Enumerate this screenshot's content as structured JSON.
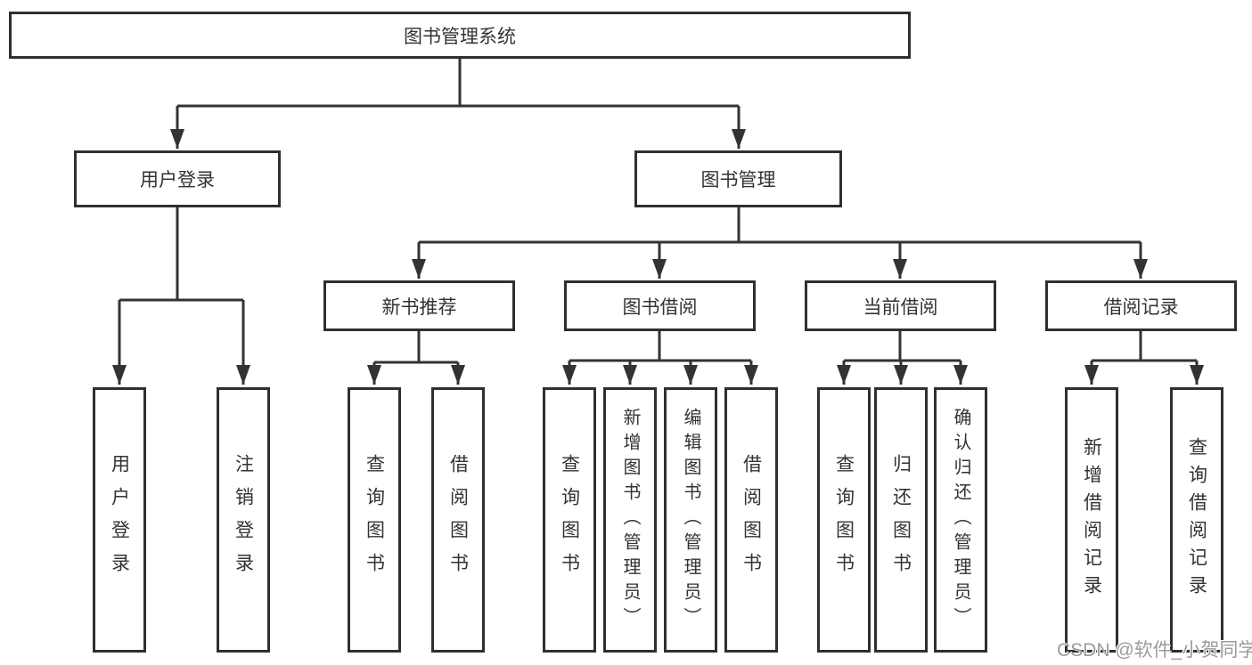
{
  "diagram_title": "图书管理系统",
  "tree": {
    "root": {
      "label": "图书管理系统"
    },
    "user": {
      "label": "用户登录",
      "children": [
        {
          "label": "用户登录"
        },
        {
          "label": "注销登录"
        }
      ]
    },
    "book": {
      "label": "图书管理",
      "sections": [
        {
          "label": "新书推荐",
          "children": [
            {
              "label": "查询图书"
            },
            {
              "label": "借阅图书"
            }
          ]
        },
        {
          "label": "图书借阅",
          "children": [
            {
              "label": "查询图书"
            },
            {
              "label": "新增图书（管理员）"
            },
            {
              "label": "编辑图书（管理员）"
            },
            {
              "label": "借阅图书"
            }
          ]
        },
        {
          "label": "当前借阅",
          "children": [
            {
              "label": "查询图书"
            },
            {
              "label": "归还图书"
            },
            {
              "label": "确认归还（管理员）"
            }
          ]
        },
        {
          "label": "借阅记录",
          "children": [
            {
              "label": "新增借阅记录"
            },
            {
              "label": "查询借阅记录"
            }
          ]
        }
      ]
    }
  },
  "watermark": {
    "text": "CSDN @软件_小贺同学"
  },
  "colors": {
    "line": "#333333",
    "box_border": "#2f2f2f",
    "text": "#333333",
    "watermark": "#9b9b9b",
    "background": "#ffffff"
  }
}
